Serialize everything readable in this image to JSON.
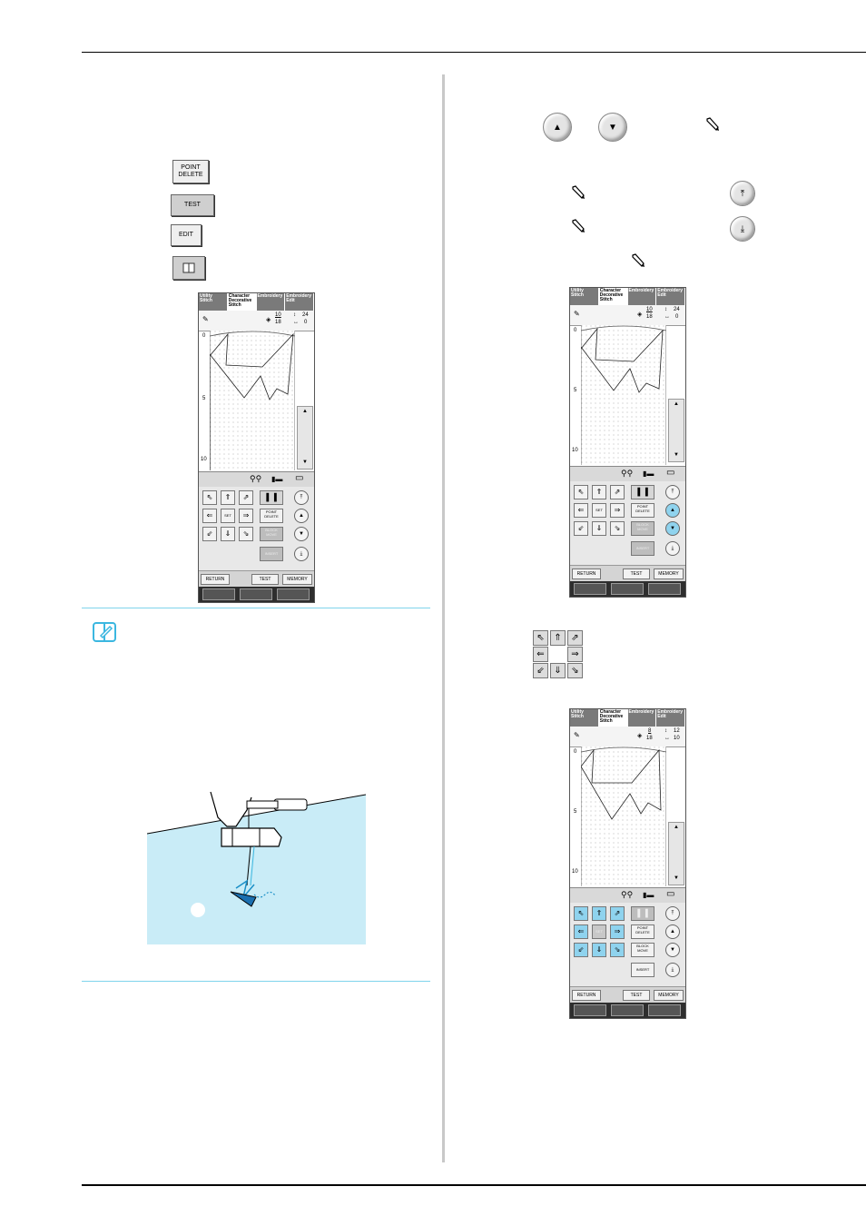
{
  "left_icons": {
    "point_delete_label": "POINT\nDELETE",
    "test_label": "TEST",
    "edit_label": "EDIT",
    "book_icon": "book-icon"
  },
  "right_icons": {
    "up_icon": "▲",
    "down_icon": "▼",
    "first_icon": "⤒",
    "last_icon": "⤓"
  },
  "screen": {
    "tabs": [
      "Utility Stitch",
      "Character Decorative Stitch",
      "Embroidery",
      "Embroidery Edit"
    ],
    "axis_labels": [
      "0",
      "5",
      "10"
    ],
    "buttons": {
      "set": "SET",
      "point_delete": "POINT DELETE",
      "block_move": "BLOCK MOVE",
      "insert": "INSERT",
      "return": "RETURN",
      "test": "TEST",
      "memory": "MEMORY"
    }
  },
  "screens": [
    {
      "point_current": "10",
      "point_total": "18",
      "vertical": "24",
      "horizontal": "0"
    },
    {
      "point_current": "10",
      "point_total": "18",
      "vertical": "24",
      "horizontal": "0"
    },
    {
      "point_current": "8",
      "point_total": "18",
      "vertical": "12",
      "horizontal": "10"
    }
  ],
  "colors": {
    "accent": "#8fd3ee",
    "note_line": "#7fd4ec",
    "fabric": "#c9ecf7"
  }
}
